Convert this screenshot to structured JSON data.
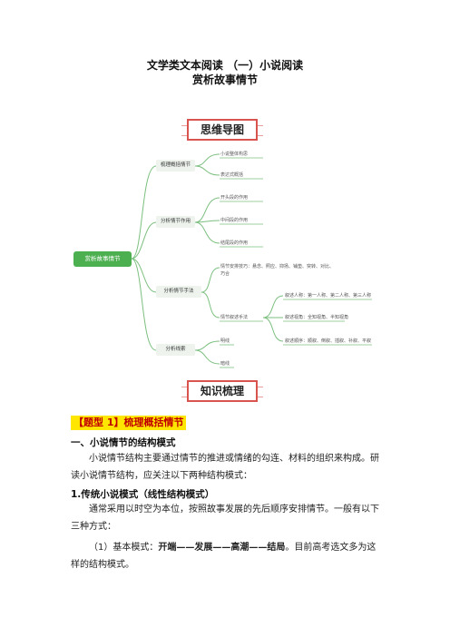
{
  "header": {
    "title_line1": "文学类文本阅读 （一）小说阅读",
    "title_line2": "赏析故事情节"
  },
  "badges": {
    "mindmap": "思维导图",
    "knowledge": "知识梳理"
  },
  "mindmap": {
    "root": "赏析故事情节",
    "branches": [
      {
        "label": "梳理概括情节",
        "leaves": [
          "小说整体构思",
          "表达式概括"
        ]
      },
      {
        "label": "分析情节作用",
        "leaves": [
          "开头段的作用",
          "中间段的作用",
          "结尾段的作用"
        ]
      },
      {
        "label": "分析情节手法",
        "leaves": [
          "情节安排技巧：悬念、照应、抑扬、铺垫、突转、对比、",
          "巧合",
          "情节叙述手法"
        ],
        "sub": [
          "叙述人称：第一人称、第二人称、第三人称",
          "叙述视角：全知视角、半知视角",
          "叙述顺序：顺叙、倒叙、插叙、补叙、平叙"
        ]
      },
      {
        "label": "分析线索",
        "leaves": [
          "明线",
          "暗线"
        ]
      }
    ]
  },
  "content": {
    "section_tag": "【题型 1】梳理概括情节",
    "h1": "一、小说情节的结构模式",
    "p1": "小说情节结构主要通过情节的推进或情绪的勾连、材料的组织来构成。研读小说情节结构，应关注以下两种结构模式：",
    "h2": "1.传统小说模式（线性结构模式）",
    "p2": "通常采用以时空为本位，按照故事发展的先后顺序安排情节。一般有以下三种方式：",
    "p3_prefix": "（1）基本模式：",
    "p3_bold": "开端——发展——高潮——结局",
    "p3_suffix": "。目前高考选文多为这样的结构模式。"
  }
}
